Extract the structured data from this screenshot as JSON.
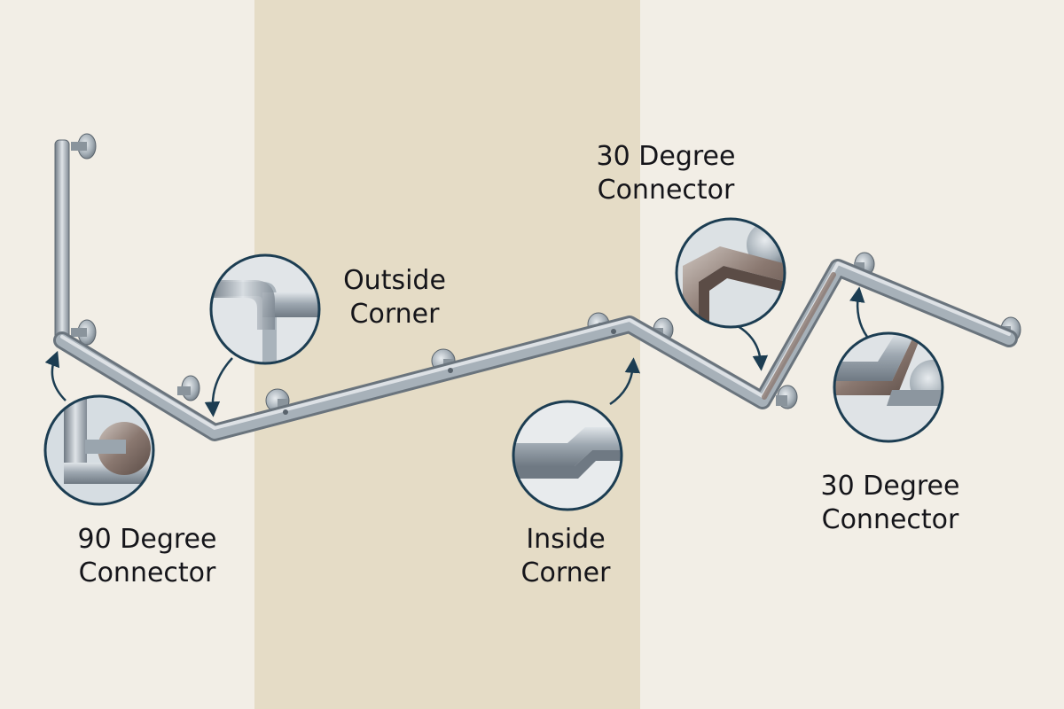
{
  "colors": {
    "background": "#f2eee6",
    "wall_band": "#e5dcc6",
    "callout_ring": "#1c3d52",
    "arrow": "#1c3d52",
    "rail_dark": "#7b8590",
    "rail_light": "#d7dde2",
    "rail_mid": "#a9b3bb",
    "label_text": "#15151a"
  },
  "callouts": [
    {
      "id": "90-degree",
      "line1": "90 Degree",
      "line2": "Connector",
      "icon": "90-degree-connector-icon"
    },
    {
      "id": "outside-corner",
      "line1": "Outside",
      "line2": "Corner",
      "icon": "outside-corner-icon"
    },
    {
      "id": "inside-corner",
      "line1": "Inside",
      "line2": "Corner",
      "icon": "inside-corner-icon"
    },
    {
      "id": "30-degree-top",
      "line1": "30 Degree",
      "line2": "Connector",
      "icon": "30-degree-connector-icon"
    },
    {
      "id": "30-degree-bottom",
      "line1": "30 Degree",
      "line2": "Connector",
      "icon": "30-degree-connector-icon"
    }
  ]
}
